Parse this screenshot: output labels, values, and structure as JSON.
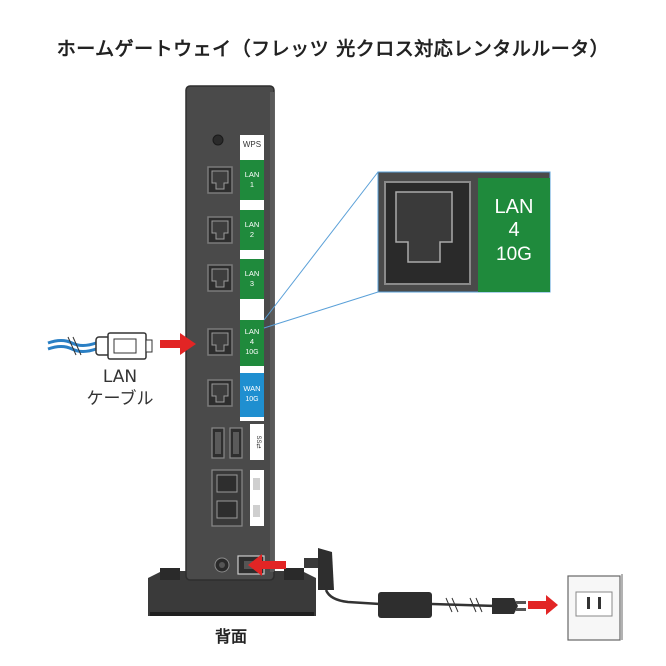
{
  "title": "ホームゲートウェイ（フレッツ 光クロス対応レンタルルータ）",
  "router": {
    "wps_label": "WPS",
    "ports": [
      {
        "id": "lan1",
        "line1": "LAN",
        "line2": "1",
        "line3": ""
      },
      {
        "id": "lan2",
        "line1": "LAN",
        "line2": "2",
        "line3": ""
      },
      {
        "id": "lan3",
        "line1": "LAN",
        "line2": "3",
        "line3": ""
      },
      {
        "id": "lan4",
        "line1": "LAN",
        "line2": "4",
        "line3": "10G"
      },
      {
        "id": "wan",
        "line1": "WAN",
        "line2": "10G",
        "line3": ""
      }
    ],
    "usb_symbol": "SS⇄"
  },
  "zoom": {
    "line1": "LAN",
    "line2": "4",
    "line3": "10G"
  },
  "cable_label": {
    "line1": "LAN",
    "line2": "ケーブル"
  },
  "back_label": "背面",
  "colors": {
    "lan_green": "#1f8a3c",
    "wan_blue": "#1f8fd0",
    "arrow_red": "#e22525",
    "body": "#444444"
  }
}
